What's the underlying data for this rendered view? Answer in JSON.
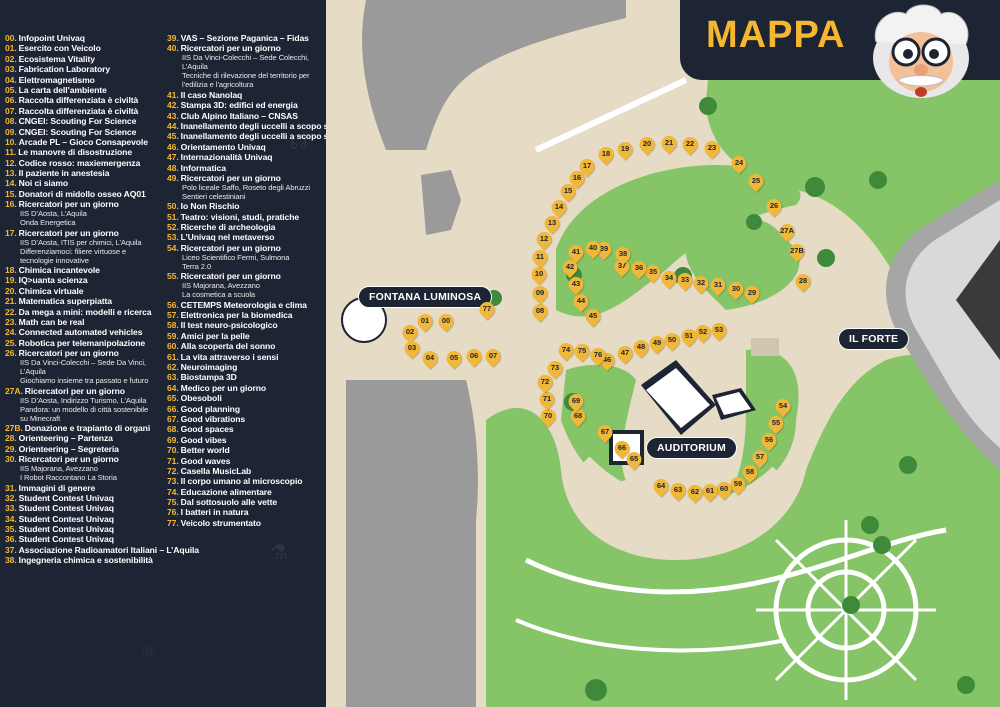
{
  "title": "MAPPA",
  "places": {
    "fontana": "FONTANA LUMINOSA",
    "forte": "IL FORTE",
    "auditorium": "AUDITORIUM"
  },
  "legend_col1": [
    {
      "num": "00.",
      "name": "Infopoint Univaq"
    },
    {
      "num": "01.",
      "name": "Esercito con Veicolo"
    },
    {
      "num": "02.",
      "name": "Ecosistema Vitality"
    },
    {
      "num": "03.",
      "name": "Fabrication Laboratory"
    },
    {
      "num": "04.",
      "name": "Elettromagnetismo"
    },
    {
      "num": "05.",
      "name": "La carta dell’ambiente"
    },
    {
      "num": "06.",
      "name": "Raccolta differenziata è civiltà"
    },
    {
      "num": "07.",
      "name": "Raccolta differenziata è civiltà"
    },
    {
      "num": "08.",
      "name": "CNGEI: Scouting For Science"
    },
    {
      "num": "09.",
      "name": "CNGEI: Scouting For Science"
    },
    {
      "num": "10.",
      "name": "Arcade PL – Gioco Consapevole"
    },
    {
      "num": "11.",
      "name": "Le manovre di disostruzione"
    },
    {
      "num": "12.",
      "name": "Codice rosso: maxiemergenza"
    },
    {
      "num": "13.",
      "name": "Il paziente in anestesia"
    },
    {
      "num": "14.",
      "name": "Noi ci siamo"
    },
    {
      "num": "15.",
      "name": "Donatori di midollo osseo AQ01"
    },
    {
      "num": "16.",
      "name": "Ricercatori per un giorno",
      "sub": "IIS D’Aosta, L’Aquila\nOnda Energetica"
    },
    {
      "num": "17.",
      "name": "Ricercatori per un giorno",
      "sub": "IIS D’Aosta, ITIS per chimici, L’Aquila\nDifferenziamoci: filiere virtuose e tecnologie innovative"
    },
    {
      "num": "18.",
      "name": "Chimica incantevole"
    },
    {
      "num": "19.",
      "name": "IQ>uanta scienza"
    },
    {
      "num": "20.",
      "name": "Chimica virtuale"
    },
    {
      "num": "21.",
      "name": "Matematica superpiatta"
    },
    {
      "num": "22.",
      "name": "Da mega a mini: modelli e ricerca"
    },
    {
      "num": "23.",
      "name": "Math can be real"
    },
    {
      "num": "24.",
      "name": "Connected automated vehicles"
    },
    {
      "num": "25.",
      "name": "Robotica per telemanipolazione"
    },
    {
      "num": "26.",
      "name": "Ricercatori per un giorno",
      "sub": "IIS Da Vinci-Colecchi – Sede Da Vinci, L’Aquila\nGiochiamo insieme tra passato e futuro"
    },
    {
      "num": "27A.",
      "name": "Ricercatori per un giorno",
      "sub": "IIS D’Aosta, Indirizzo Turismo, L’Aquila\nPandora: un modello di città sostenibile su Minecraft"
    },
    {
      "num": "27B.",
      "name": "Donazione e trapianto di organi"
    },
    {
      "num": "28.",
      "name": "Orienteering – Partenza"
    },
    {
      "num": "29.",
      "name": "Orienteering – Segreteria"
    },
    {
      "num": "30.",
      "name": "Ricercatori per un giorno",
      "sub": "IIS Majorana, Avezzano\nI Robot Raccontano La Storia"
    },
    {
      "num": "31.",
      "name": "Immagini di genere"
    },
    {
      "num": "32.",
      "name": "Student Contest Univaq"
    },
    {
      "num": "33.",
      "name": "Student Contest Univaq"
    },
    {
      "num": "34.",
      "name": "Student Contest Univaq"
    },
    {
      "num": "35.",
      "name": "Student Contest Univaq"
    },
    {
      "num": "36.",
      "name": "Student Contest Univaq"
    },
    {
      "num": "37.",
      "name": "Associazione Radioamatori Italiani – L’Aquila"
    },
    {
      "num": "38.",
      "name": "Ingegneria chimica e sostenibilità"
    }
  ],
  "legend_col2": [
    {
      "num": "39.",
      "name": "VAS – Sezione Paganica – Fidas"
    },
    {
      "num": "40.",
      "name": "Ricercatori per un giorno",
      "sub": "IIS Da Vinci-Colecchi – Sede Colecchi, L’Aquila\nTecniche di rilevazione del territorio per l’edilizia e l’agricoltura"
    },
    {
      "num": "41.",
      "name": "Il caso Nanolaq"
    },
    {
      "num": "42.",
      "name": "Stampa 3D: edifici ed energia"
    },
    {
      "num": "43.",
      "name": "Club Alpino Italiano – CNSAS"
    },
    {
      "num": "44.",
      "name": "Inanellamento degli uccelli a scopo scientifico"
    },
    {
      "num": "45.",
      "name": "Inanellamento degli uccelli a scopo scientifico"
    },
    {
      "num": "46.",
      "name": "Orientamento Univaq"
    },
    {
      "num": "47.",
      "name": "Internazionalità Univaq"
    },
    {
      "num": "48.",
      "name": "Informatica"
    },
    {
      "num": "49.",
      "name": "Ricercatori per un giorno",
      "sub": "Polo liceale Saffo, Roseto degli Abruzzi\nSentieri celestiniani"
    },
    {
      "num": "50.",
      "name": "Io Non Rischio"
    },
    {
      "num": "51.",
      "name": "Teatro: visioni, studi, pratiche"
    },
    {
      "num": "52.",
      "name": "Ricerche di archeologia"
    },
    {
      "num": "53.",
      "name": "L’Univaq nel metaverso"
    },
    {
      "num": "54.",
      "name": "Ricercatori per un giorno",
      "sub": "Liceo Scientifico Fermi, Sulmona\nTerra 2.0"
    },
    {
      "num": "55.",
      "name": "Ricercatori per un giorno",
      "sub": "IIS Majorana, Avezzano\nLa cosmetica a scuola"
    },
    {
      "num": "56.",
      "name": "CETEMPS Meteorologia e clima"
    },
    {
      "num": "57.",
      "name": "Elettronica per la biomedica"
    },
    {
      "num": "58.",
      "name": "Il test neuro-psicologico"
    },
    {
      "num": "59.",
      "name": "Amici per la pelle"
    },
    {
      "num": "60.",
      "name": "Alla scoperta del sonno"
    },
    {
      "num": "61.",
      "name": "La vita attraverso i sensi"
    },
    {
      "num": "62.",
      "name": "Neuroimaging"
    },
    {
      "num": "63.",
      "name": "Biostampa 3D"
    },
    {
      "num": "64.",
      "name": "Medico per un giorno"
    },
    {
      "num": "65.",
      "name": "Obesoboli"
    },
    {
      "num": "66.",
      "name": "Good planning"
    },
    {
      "num": "67.",
      "name": "Good vibrations"
    },
    {
      "num": "68.",
      "name": "Good spaces"
    },
    {
      "num": "69.",
      "name": "Good vibes"
    },
    {
      "num": "70.",
      "name": "Better world"
    },
    {
      "num": "71.",
      "name": "Good waves"
    },
    {
      "num": "72.",
      "name": "Casella MusicLab"
    },
    {
      "num": "73.",
      "name": "Il corpo umano al microscopio"
    },
    {
      "num": "74.",
      "name": "Educazione alimentare"
    },
    {
      "num": "75.",
      "name": "Dal sottosuolo alle vette"
    },
    {
      "num": "76.",
      "name": "I batteri in natura"
    },
    {
      "num": "77.",
      "name": "Veicolo strumentato"
    }
  ],
  "pins": [
    "00",
    "01",
    "02",
    "03",
    "04",
    "05",
    "06",
    "07",
    "08",
    "09",
    "10",
    "11",
    "12",
    "13",
    "14",
    "15",
    "16",
    "17",
    "18",
    "19",
    "20",
    "21",
    "22",
    "23",
    "24",
    "25",
    "26",
    "27A",
    "27B",
    "28",
    "29",
    "30",
    "31",
    "32",
    "33",
    "34",
    "35",
    "36",
    "37",
    "38",
    "39",
    "40",
    "41",
    "42",
    "43",
    "44",
    "45",
    "46",
    "47",
    "48",
    "49",
    "50",
    "51",
    "52",
    "53",
    "54",
    "55",
    "56",
    "57",
    "58",
    "59",
    "60",
    "61",
    "62",
    "63",
    "64",
    "65",
    "66",
    "67",
    "68",
    "69",
    "70",
    "71",
    "72",
    "73",
    "74",
    "75",
    "76",
    "77"
  ]
}
